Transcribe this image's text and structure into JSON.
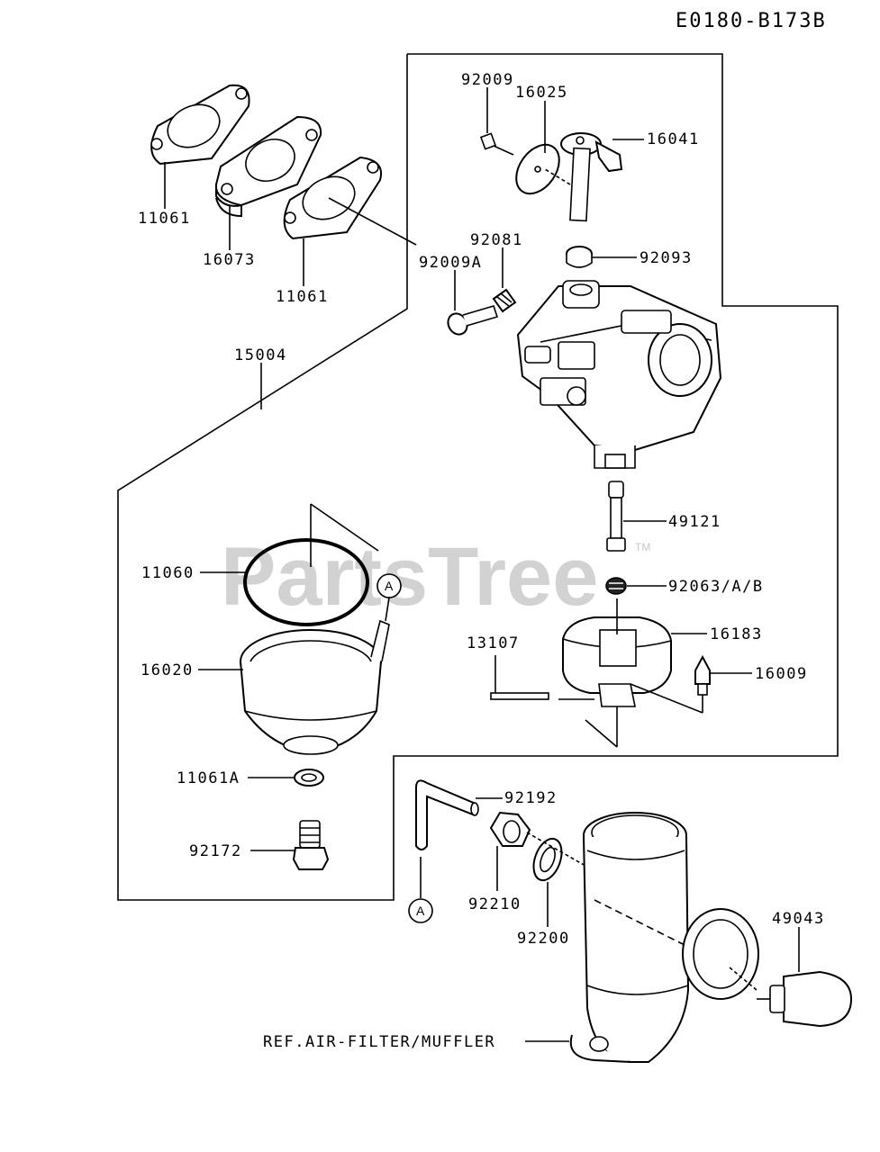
{
  "diagram_code": "E0180-B173B",
  "watermark": "PartsTree",
  "watermark_tm": "TM",
  "callout_mark": "A",
  "parts": {
    "p92009": "92009",
    "p16025": "16025",
    "p16041": "16041",
    "p92081": "92081",
    "p92093": "92093",
    "p92009A": "92009A",
    "p11061_top": "11061",
    "p16073": "16073",
    "p11061_mid": "11061",
    "p15004": "15004",
    "p49121": "49121",
    "p11060": "11060",
    "p92063": "92063/A/B",
    "p16183": "16183",
    "p13107": "13107",
    "p16009": "16009",
    "p16020": "16020",
    "p11061A": "11061A",
    "p92172": "92172",
    "p92192": "92192",
    "p92210": "92210",
    "p92200": "92200",
    "p49043": "49043",
    "ref_air_filter": "REF.AIR-FILTER/MUFFLER"
  }
}
